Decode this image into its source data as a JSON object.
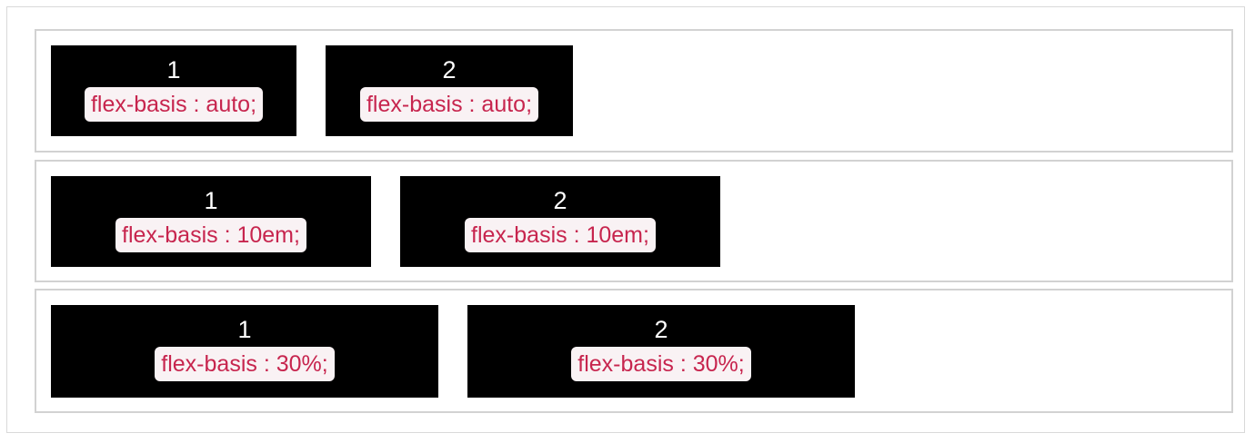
{
  "rows": [
    {
      "items": [
        {
          "number": "1",
          "code": "flex-basis : auto;"
        },
        {
          "number": "2",
          "code": "flex-basis : auto;"
        }
      ]
    },
    {
      "items": [
        {
          "number": "1",
          "code": "flex-basis : 10em;"
        },
        {
          "number": "2",
          "code": "flex-basis : 10em;"
        }
      ]
    },
    {
      "items": [
        {
          "number": "1",
          "code": "flex-basis : 30%;"
        },
        {
          "number": "2",
          "code": "flex-basis : 30%;"
        }
      ]
    }
  ],
  "colors": {
    "box_bg": "#000000",
    "number_text": "#ffffff",
    "code_bg": "#f9f2f4",
    "code_text": "#c7254e",
    "border": "#d2d2d2"
  }
}
